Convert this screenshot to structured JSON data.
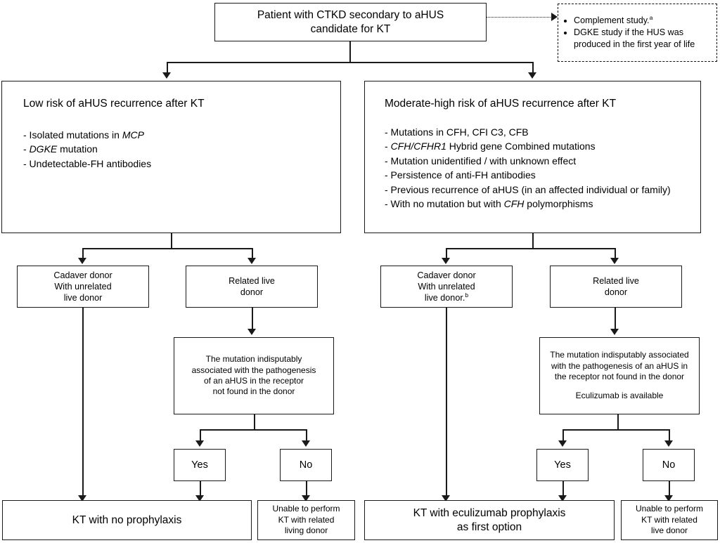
{
  "diagram": {
    "title": "aHUS kidney transplant management algorithm",
    "root": {
      "line1": "Patient with CTKD secondary to aHUS",
      "line2": "candidate for KT"
    },
    "study_note": {
      "items": [
        "Complement study.",
        "DGKE study if the HUS was produced in the first year of life"
      ],
      "item1_text": "Complement study.",
      "item1_sup": "a",
      "item2_text": "DGKE study if the HUS was produced in the first year of life"
    },
    "low_risk": {
      "heading": "Low risk of aHUS recurrence after KT",
      "items": [
        "- Isolated mutations in MCP",
        "- DGKE mutation",
        "- Undetectable-FH antibodies"
      ],
      "item1_pre": "- Isolated mutations in ",
      "item1_em": "MCP",
      "item2_pre": "- ",
      "item2_em": "DGKE",
      "item2_post": " mutation",
      "item3": "- Undetectable-FH antibodies"
    },
    "high_risk": {
      "heading": "Moderate-high risk of aHUS recurrence after KT",
      "items": [
        "-  Mutations in CFH, CFI C3, CFB",
        "-  CFH/CFHR1 Hybrid gene Combined mutations",
        "-  Mutation unidentified /  with unknown effect",
        "-  Persistence of anti-FH antibodies",
        "-  Previous recurrence of aHUS (in an affected individual or family)",
        "-  With no mutation but with CFH polymorphisms"
      ],
      "item1": "-  Mutations in CFH, CFI C3, CFB",
      "item2_pre": "-  ",
      "item2_em": "CFH/CFHR1",
      "item2_post": " Hybrid gene Combined mutations",
      "item3": "-  Mutation unidentified /  with unknown effect",
      "item4": "-  Persistence of anti-FH antibodies",
      "item5": "-  Previous recurrence of aHUS (in an affected individual or family)",
      "item6_pre": "-  With no mutation but with ",
      "item6_em": "CFH",
      "item6_post": " polymorphisms"
    },
    "left_branch": {
      "cadaver_donor": {
        "line1": "Cadaver donor",
        "line2": "With unrelated",
        "line3": "live donor"
      },
      "related_live_donor": {
        "line1": "Related live",
        "line2": "donor"
      },
      "mutation_check": {
        "line1": "The mutation indisputably",
        "line2": "associated with the pathogenesis",
        "line3": "of an aHUS in the receptor",
        "line4": "not found in the donor"
      },
      "yes_label": "Yes",
      "no_label": "No",
      "outcome_main": "KT with no prophylaxis",
      "outcome_alt": {
        "line1": "Unable to perform",
        "line2": "KT with related",
        "line3": "living donor"
      }
    },
    "right_branch": {
      "cadaver_donor": {
        "line1": "Cadaver donor",
        "line2": "With unrelated",
        "line3_text": "live donor.",
        "line3_sup": "b"
      },
      "related_live_donor": {
        "line1": "Related live",
        "line2": "donor"
      },
      "mutation_check": {
        "line1": "The mutation indisputably associated",
        "line2": "with the pathogenesis of an aHUS in",
        "line3": "the receptor not found in the donor",
        "line4": "Eculizumab is available"
      },
      "yes_label": "Yes",
      "no_label": "No",
      "outcome_main": {
        "line1": "KT with eculizumab prophylaxis",
        "line2": "as first option"
      },
      "outcome_alt": {
        "line1": "Unable to perform",
        "line2": "KT with related",
        "line3": "live donor"
      }
    },
    "colors": {
      "stroke": "#1a1a1a",
      "background": "#ffffff",
      "text": "#000000"
    }
  }
}
